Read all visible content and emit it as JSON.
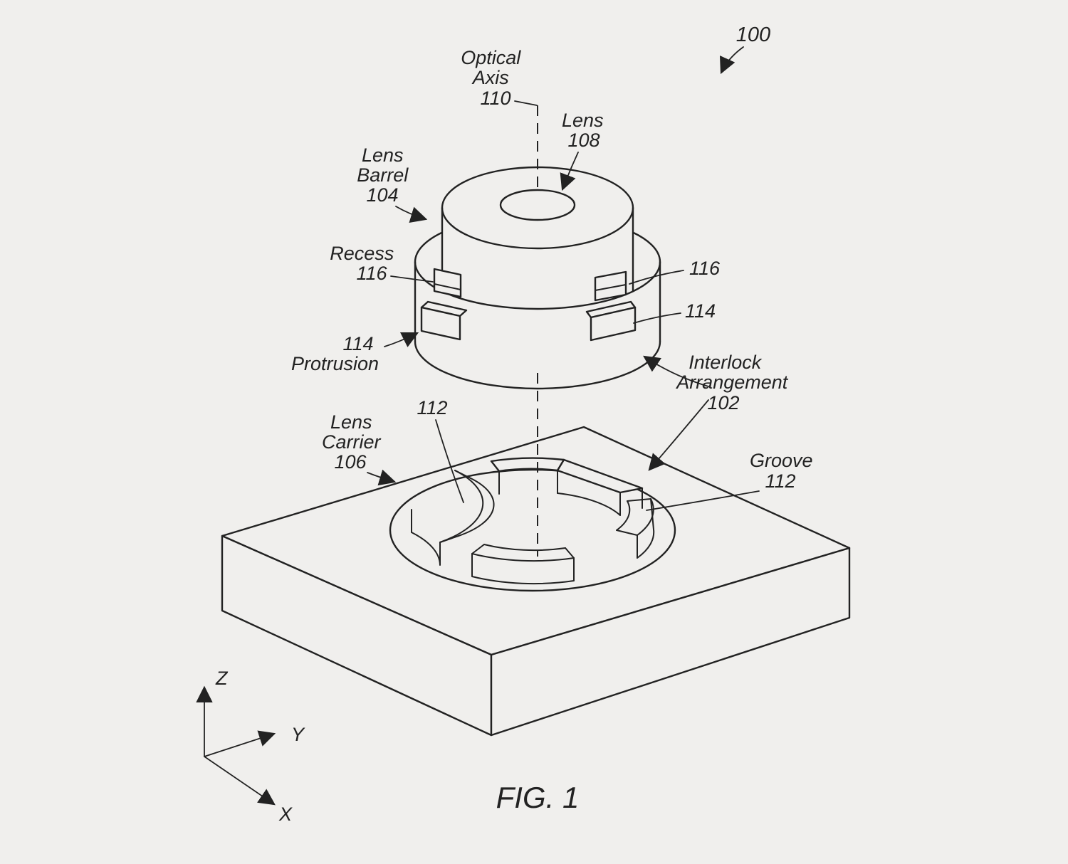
{
  "colors": {
    "background": "#f0efed",
    "line": "#222222"
  },
  "figure": {
    "caption": "FIG. 1",
    "reference": "100"
  },
  "labels": {
    "optical_axis": {
      "l1": "Optical",
      "l2": "Axis",
      "l3": "110"
    },
    "lens": {
      "l1": "Lens",
      "l2": "108"
    },
    "lens_barrel": {
      "l1": "Lens",
      "l2": "Barrel",
      "l3": "104"
    },
    "recess": {
      "l1": "Recess",
      "l2": "116"
    },
    "recess_right_ref": "116",
    "protrusion_right_ref": "114",
    "protrusion": {
      "l1": "114",
      "l2": "Protrusion"
    },
    "interlock": {
      "l1": "Interlock",
      "l2": "Arrangement",
      "l3": "102"
    },
    "groove_center_ref": "112",
    "lens_carrier": {
      "l1": "Lens",
      "l2": "Carrier",
      "l3": "106"
    },
    "groove": {
      "l1": "Groove",
      "l2": "112"
    },
    "axis_x": "X",
    "axis_y": "Y",
    "axis_z": "Z"
  }
}
